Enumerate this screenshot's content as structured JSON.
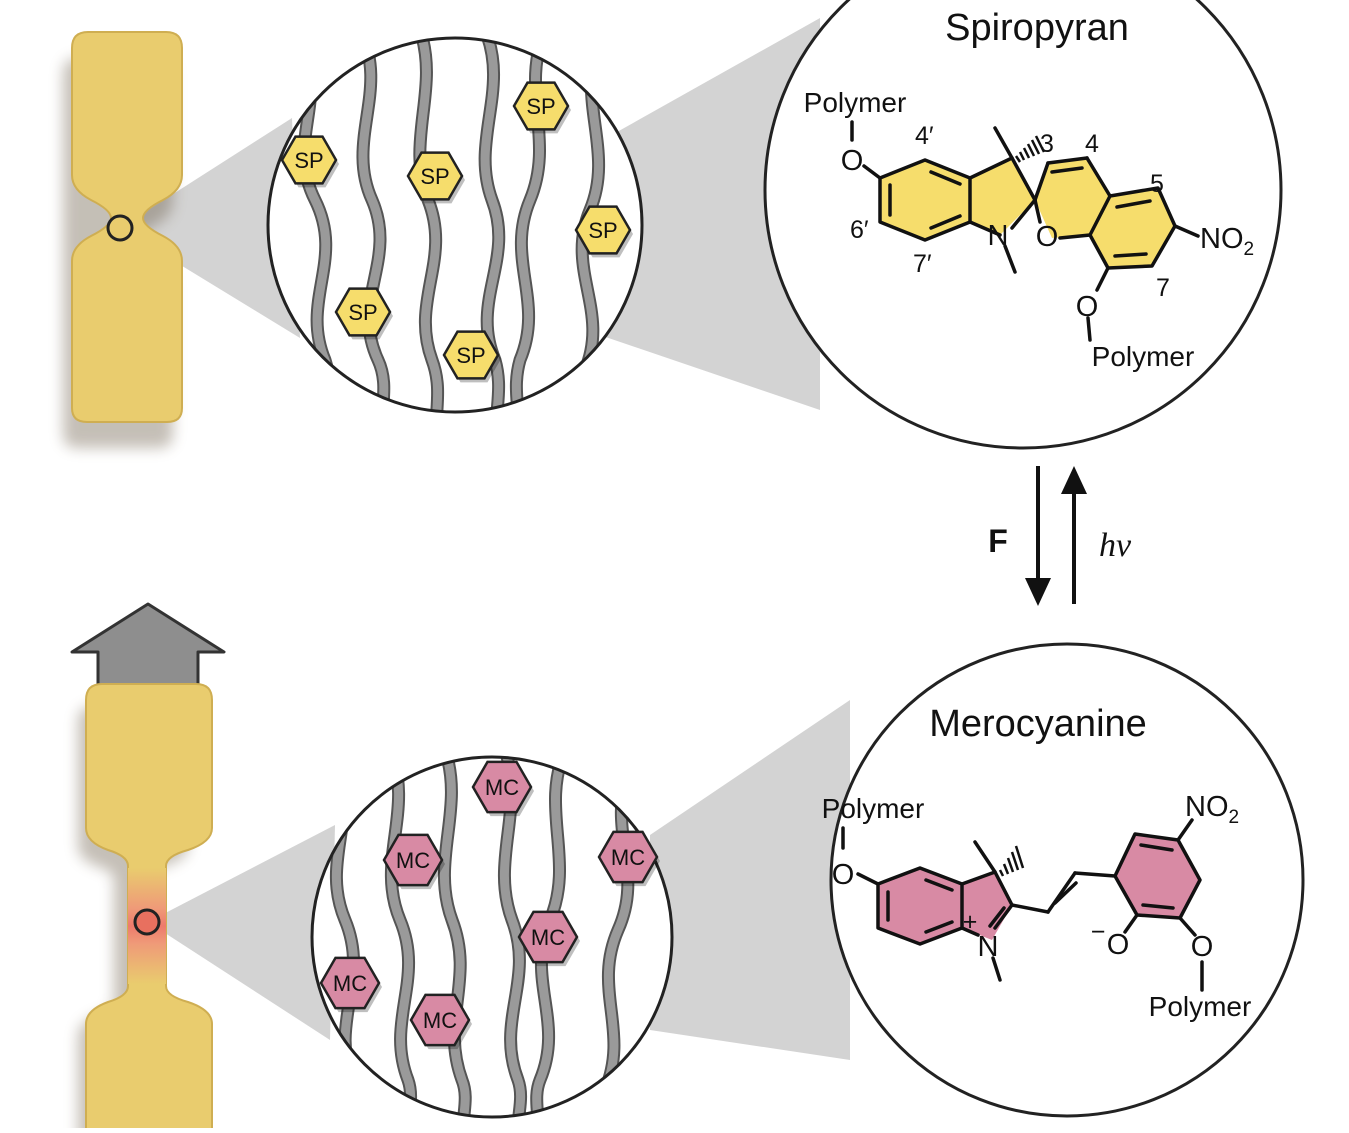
{
  "top": {
    "title": "Spiropyran",
    "polymer_top": "Polymer",
    "polymer_bottom": "Polymer",
    "oxygen": "O",
    "nitrogen": "N",
    "nitro": "NO",
    "nitro_sub": "2",
    "locants": [
      "4′",
      "3",
      "4",
      "5",
      "6′",
      "7′",
      "7"
    ],
    "molecule_tag": "SP"
  },
  "arrows": {
    "forward": "F",
    "reverse": "hν"
  },
  "bottom": {
    "title": "Merocyanine",
    "polymer_top": "Polymer",
    "polymer_bottom": "Polymer",
    "oxygen": "O",
    "nitrogen": "N",
    "plus": "+",
    "minus": "−",
    "nitro": "NO",
    "nitro_sub": "2",
    "molecule_tag": "MC"
  },
  "colors": {
    "sample": "#e9cc6e",
    "sample_edge": "#c9a848",
    "sp_fill": "#f6dd6c",
    "mc_fill": "#d88aa4",
    "chain": "#8f8f8f",
    "cone": "#d3d3d3",
    "stress_arrow": "#8e8e8e"
  }
}
